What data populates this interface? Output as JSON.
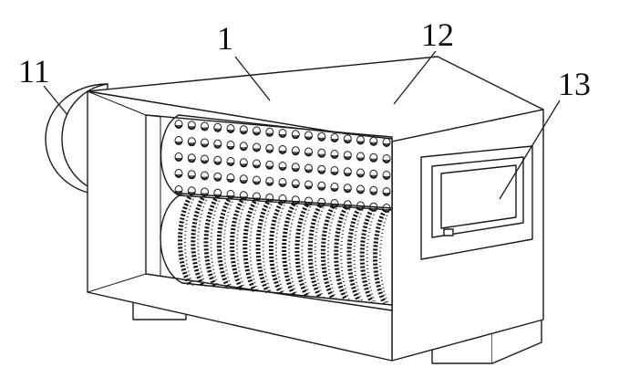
{
  "figure": {
    "callouts": [
      {
        "id": "label-1",
        "text": "1"
      },
      {
        "id": "label-11",
        "text": "11"
      },
      {
        "id": "label-12",
        "text": "12"
      },
      {
        "id": "label-13",
        "text": "13"
      }
    ]
  }
}
